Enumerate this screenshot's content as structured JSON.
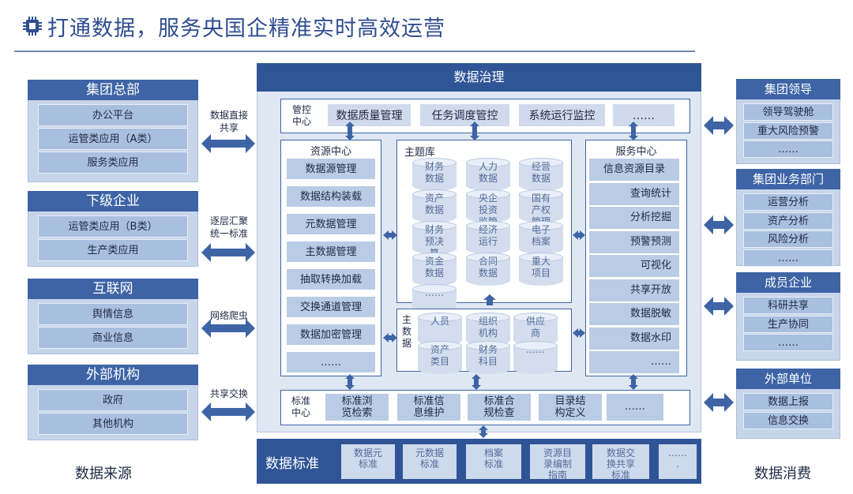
{
  "title": "打通数据，服务央国企精准实时高效运营",
  "sources": [
    {
      "head": "集团总部",
      "items": [
        "办公平台",
        "运管类应用（A类）",
        "服务类应用"
      ],
      "arrow_label": "数据直接\n共享"
    },
    {
      "head": "下级企业",
      "items": [
        "运管类应用（B类）",
        "生产类应用"
      ],
      "arrow_label": "逐层汇聚\n统一标准"
    },
    {
      "head": "互联网",
      "items": [
        "舆情信息",
        "商业信息"
      ],
      "arrow_label": "网络爬虫"
    },
    {
      "head": "外部机构",
      "items": [
        "政府",
        "其他机构"
      ],
      "arrow_label": "共享交换"
    }
  ],
  "source_footer": "数据来源",
  "governance": {
    "header": "数据治理",
    "control_center": {
      "label": "管控\n中心",
      "items": [
        "数据质量管理",
        "任务调度管控",
        "系统运行监控",
        "……"
      ]
    },
    "resource_center": {
      "label": "资源中心",
      "items": [
        "数据源管理",
        "数据结构装载",
        "元数据管理",
        "主数据管理",
        "抽取转换加载",
        "交换通道管理",
        "数据加密管理",
        "……"
      ]
    },
    "topic_lib": {
      "label": "主题库",
      "items": [
        "财务\n数据",
        "人力\n数据",
        "经营\n数据",
        "资产\n数据",
        "央企\n投资\n监管",
        "国有\n产权\n管理",
        "财务\n预决\n算",
        "经济\n运行",
        "电子\n档案",
        "资金\n数据",
        "合同\n数据",
        "重大\n项目",
        "……"
      ]
    },
    "master_lib": {
      "label": "主\n数\n据",
      "items": [
        "人员",
        "组织\n机构",
        "供应\n商",
        "资产\n类目",
        "财务\n科目",
        "……"
      ]
    },
    "service_center": {
      "label": "服务中心",
      "items": [
        "信息资源目录",
        "查询统计",
        "分析挖掘",
        "预警预测",
        "可视化",
        "共享开放",
        "数据脱敏",
        "数据水印",
        "……"
      ]
    },
    "standard_center": {
      "label": "标准\n中心",
      "items": [
        "标准浏\n览检索",
        "标准信\n息维护",
        "标准合\n规检查",
        "目录结\n构定义",
        "……"
      ]
    }
  },
  "data_standard": {
    "label": "数据标准",
    "items": [
      "数据元\n标准",
      "元数据\n标准",
      "档案\n标准",
      "资源目\n录编制\n指南",
      "数据交\n换共享\n标准",
      "……\n."
    ]
  },
  "consumers": [
    {
      "head": "集团领导",
      "items": [
        "领导驾驶舱",
        "重大风险预警",
        "……"
      ]
    },
    {
      "head": "集团业务部门",
      "items": [
        "运营分析",
        "资产分析",
        "风险分析",
        "……"
      ]
    },
    {
      "head": "成员企业",
      "items": [
        "科研共享",
        "生产协同",
        "……"
      ]
    },
    {
      "head": "外部单位",
      "items": [
        "数据上报",
        "信息交换"
      ]
    }
  ],
  "consumer_footer": "数据消费",
  "colors": {
    "dark_blue": "#2f5597",
    "mid_blue": "#3e64a6",
    "light_blue": "#c7d5ea",
    "arrow": "#3e64a6"
  },
  "icons": [
    "chip-icon",
    "double-arrow-icon"
  ]
}
